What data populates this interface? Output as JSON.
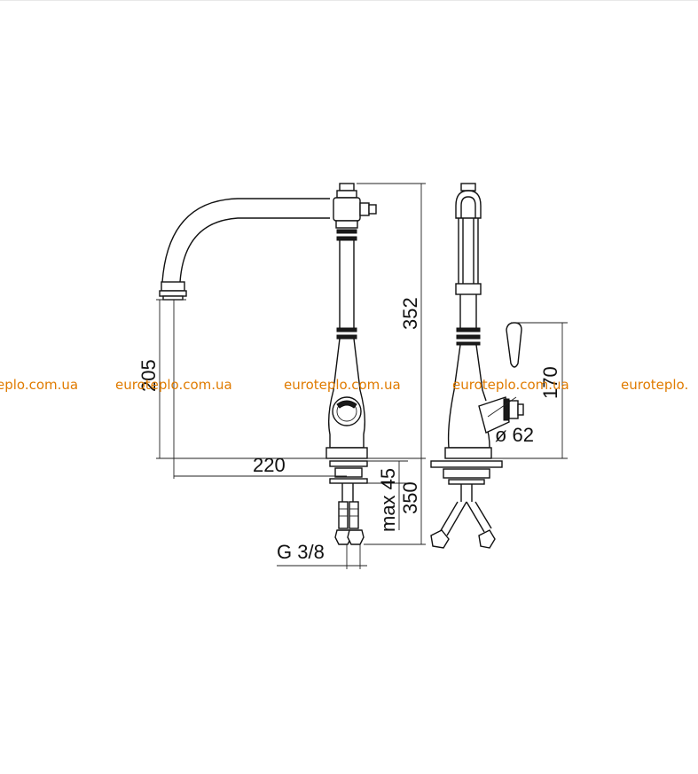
{
  "drawing": {
    "dimensions": {
      "total_height": "352",
      "spout_height": "205",
      "spout_reach": "220",
      "max_deck": "max 45",
      "hose_length": "350",
      "thread": "G 3/8",
      "handle_height": "170",
      "base_diameter": "ø 62"
    }
  },
  "watermark": {
    "items": [
      "eplo.com.ua",
      "euroteplo.com.ua",
      "euroteplo.com.ua",
      "euroteplo.com.ua",
      "euroteplo."
    ],
    "color": "#e07b00"
  },
  "colors": {
    "line": "#111111",
    "background": "#ffffff"
  }
}
